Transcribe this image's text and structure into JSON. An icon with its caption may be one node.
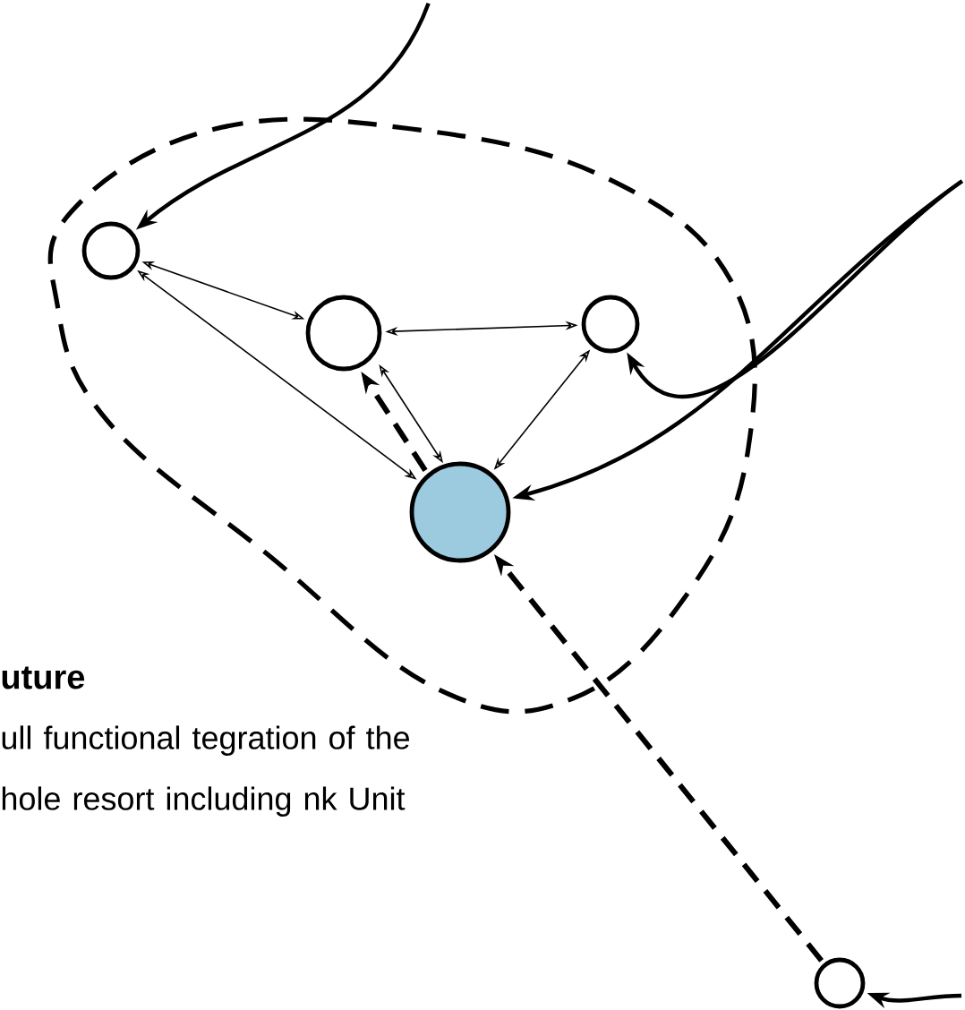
{
  "diagram": {
    "nodes": [
      {
        "text": [],
        "shape": "circle"
      },
      {
        "text": [],
        "shape": "circle"
      },
      {
        "text": [],
        "shape": "circle"
      },
      {
        "text": [],
        "shape": "circle"
      },
      {
        "text": [],
        "shape": "circle"
      }
    ],
    "edges": [
      {
        "from": null,
        "to": 0,
        "arrow": "to"
      },
      {
        "from": 0,
        "to": 1,
        "arrow": "both"
      },
      {
        "from": 0,
        "to": 3,
        "arrow": "both"
      },
      {
        "from": 1,
        "to": 2,
        "arrow": "both"
      },
      {
        "from": 1,
        "to": 3,
        "arrow": "both"
      },
      {
        "from": 3,
        "to": 1,
        "arrow": "to",
        "style": "dashed"
      },
      {
        "from": 2,
        "to": 3,
        "arrow": "both"
      },
      {
        "from": null,
        "to": 3,
        "arrow": "to"
      },
      {
        "from": null,
        "to": 2,
        "arrow": "to"
      },
      {
        "from": 4,
        "to": 3,
        "arrow": "to",
        "style": "dashed"
      },
      {
        "from": null,
        "to": 4,
        "arrow": "to"
      }
    ],
    "labels": [
      "uture",
      "ull functional tegration of the hole resort including nk Unit"
    ]
  }
}
